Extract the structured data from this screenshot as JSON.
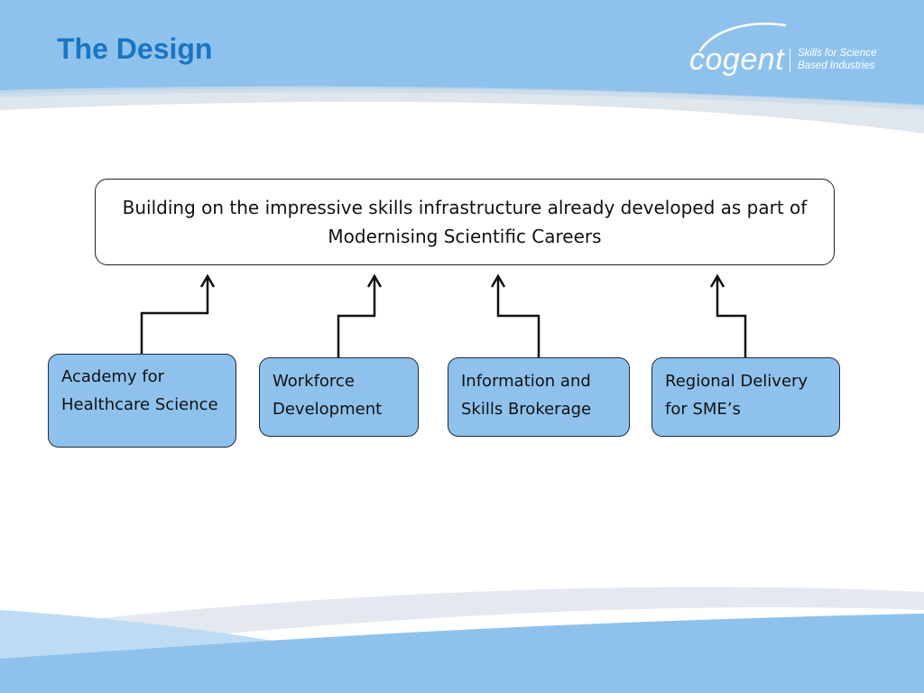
{
  "slide": {
    "title": "The Design"
  },
  "logo": {
    "word": "cogent",
    "tagline_line1": "Skills for Science",
    "tagline_line2": "Based Industries"
  },
  "diagram": {
    "top_box": "Building on the impressive skills infrastructure already developed as part of  Modernising Scientific Careers",
    "nodes": [
      {
        "label": "Academy for Healthcare Science"
      },
      {
        "label": "Workforce Development"
      },
      {
        "label": "Information and Skills Brokerage"
      },
      {
        "label": "Regional Delivery for SME’s"
      }
    ]
  },
  "colors": {
    "title": "#1a75c4",
    "header_band": "#8ec2ec",
    "node_fill": "#8ec2ec"
  }
}
